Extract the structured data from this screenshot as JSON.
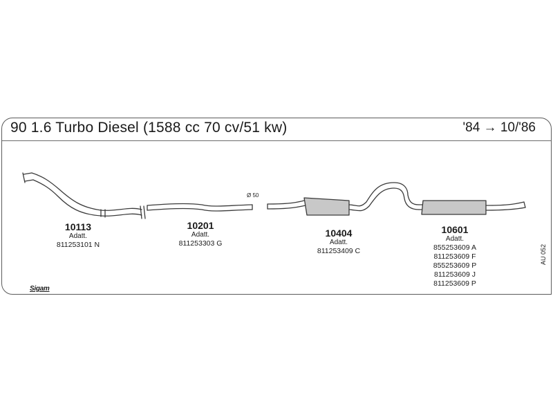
{
  "header": {
    "title": "90 1.6 Turbo Diesel (1588 cc 70 cv/51 kw)",
    "date_range": "'84 → 10/'86"
  },
  "diameter_label": "Ø 50",
  "drawing_ref": "AU 052",
  "logo_text": "Sigam",
  "parts": [
    {
      "number": "10113",
      "label": "Adatt.",
      "codes": [
        "811253101 N"
      ]
    },
    {
      "number": "10201",
      "label": "Adatt.",
      "codes": [
        "811253303 G"
      ]
    },
    {
      "number": "10404",
      "label": "Adatt.",
      "codes": [
        "811253409 C"
      ]
    },
    {
      "number": "10601",
      "label": "Adatt.",
      "codes": [
        "855253609 A",
        "811253609 F",
        "855253609 P",
        "811253609 J",
        "811253609 P"
      ]
    }
  ],
  "colors": {
    "line": "#3a3a3a",
    "frame": "#5a5a5a"
  }
}
